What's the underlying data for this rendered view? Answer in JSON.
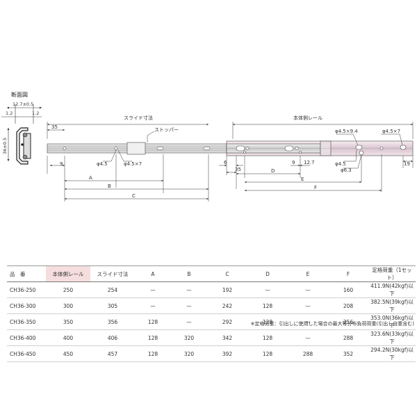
{
  "section_title": "断面図",
  "cross_section": {
    "dim_width": "12.7±0.5",
    "dim_left": "1.2",
    "dim_right": "1.2",
    "dim_height": "36±0.5"
  },
  "side_view": {
    "slide_stroke": "スライド寸法",
    "body_rail": "本体側レール",
    "stopper": "ストッパー",
    "dims": {
      "d35_top": "35",
      "d9_left": "9",
      "hole_a": "φ4.5",
      "hole_b": "φ4.5×7",
      "d6": "6",
      "d35_mid": "35",
      "d9_mid": "9",
      "d12_7": "12.7",
      "hole_c": "φ4.5×9.4",
      "hole_d": "φ4.5×7",
      "hole_e": "φ4.5",
      "hole_f": "φ6.3",
      "d19": "19",
      "A": "A",
      "B": "B",
      "C": "C",
      "D": "D",
      "E": "E",
      "F": "F"
    }
  },
  "table": {
    "headers": [
      "品　番",
      "本体側レール",
      "スライド寸法",
      "A",
      "B",
      "C",
      "D",
      "E",
      "F",
      "定格荷重（1セット）"
    ],
    "rows": [
      [
        "CH36-250",
        "250",
        "254",
        "—",
        "—",
        "192",
        "—",
        "—",
        "160",
        "411.9N(42kgf)以下"
      ],
      [
        "CH36-300",
        "300",
        "305",
        "—",
        "—",
        "242",
        "128",
        "—",
        "208",
        "382.5N(39kgf)以下"
      ],
      [
        "CH36-350",
        "350",
        "356",
        "128",
        "—",
        "292",
        "128",
        "—",
        "256",
        "353.0N(36kgf)以下"
      ],
      [
        "CH36-400",
        "400",
        "406",
        "128",
        "320",
        "342",
        "128",
        "—",
        "288",
        "323.6N(33kgf)以下"
      ],
      [
        "CH36-450",
        "450",
        "457",
        "128",
        "320",
        "392",
        "128",
        "288",
        "352",
        "294.2N(30kgf)以下"
      ]
    ]
  },
  "note": "※定格荷重：引出しに使用した場合の最大等分布負荷荷重(引出し自重含む)"
}
